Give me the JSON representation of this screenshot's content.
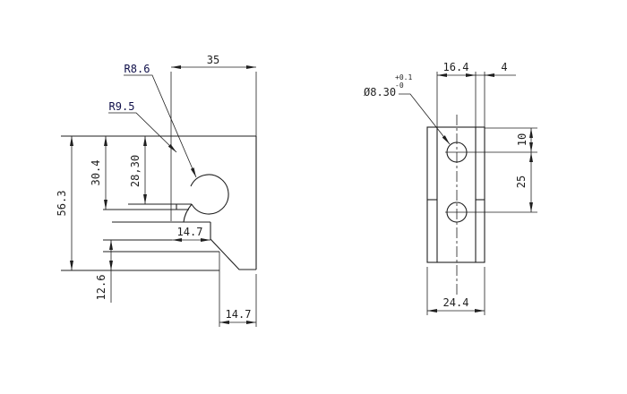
{
  "drawing": {
    "background": "#ffffff",
    "line_color": "#1f1f1f",
    "radius_label_color": "#10104a",
    "views": {
      "side_view": {
        "title": "side-profile-view",
        "dimensions": {
          "radius_keyhole": "R8.6",
          "radius_inner": "R9.5",
          "width_top": "35",
          "depth_slot_outer": "30.4",
          "depth_slot_inner": "28,30",
          "height_overall": "56.3",
          "width_slot": "14.7",
          "height_bottom_lip": "12.6",
          "width_bottom_tab": "14.7"
        }
      },
      "front_view": {
        "title": "front-view",
        "dimensions": {
          "width_channel": "16.4",
          "wall_thickness": "4",
          "hole_diameter": "Ø8.30",
          "hole_tolerance_plus": "+0.1",
          "hole_tolerance_minus": "-0",
          "hole_offset_from_top": "10",
          "hole_spacing": "25",
          "width_overall": "24.4"
        }
      }
    }
  }
}
